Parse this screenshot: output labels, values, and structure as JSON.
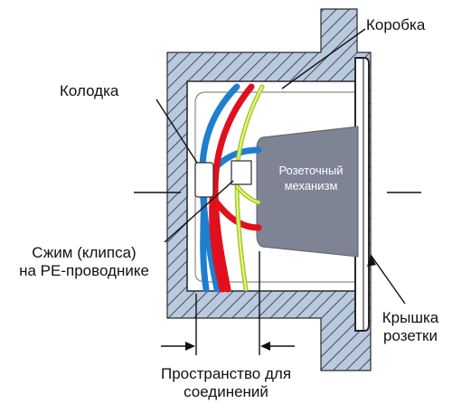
{
  "labels": {
    "box": "Коробка",
    "terminal_block": "Колодка",
    "mechanism_line1": "Розеточный",
    "mechanism_line2": "механизм",
    "clip_line1": "Сжим (клипса)",
    "clip_line2": "на PE-проводнике",
    "cover_line1": "Крышка",
    "cover_line2": "розетки",
    "space_line1": "Пространство для",
    "space_line2": "соединений"
  },
  "colors": {
    "wall_fill": "#b9c9df",
    "hatch": "#2a2a2a",
    "cavity": "#ffffff",
    "mechanism": "#7f8495",
    "wire_blue": "#1e7fd0",
    "wire_red": "#e0101c",
    "wire_pe_green": "#9acd32",
    "wire_pe_yellow": "#f2f27a"
  }
}
